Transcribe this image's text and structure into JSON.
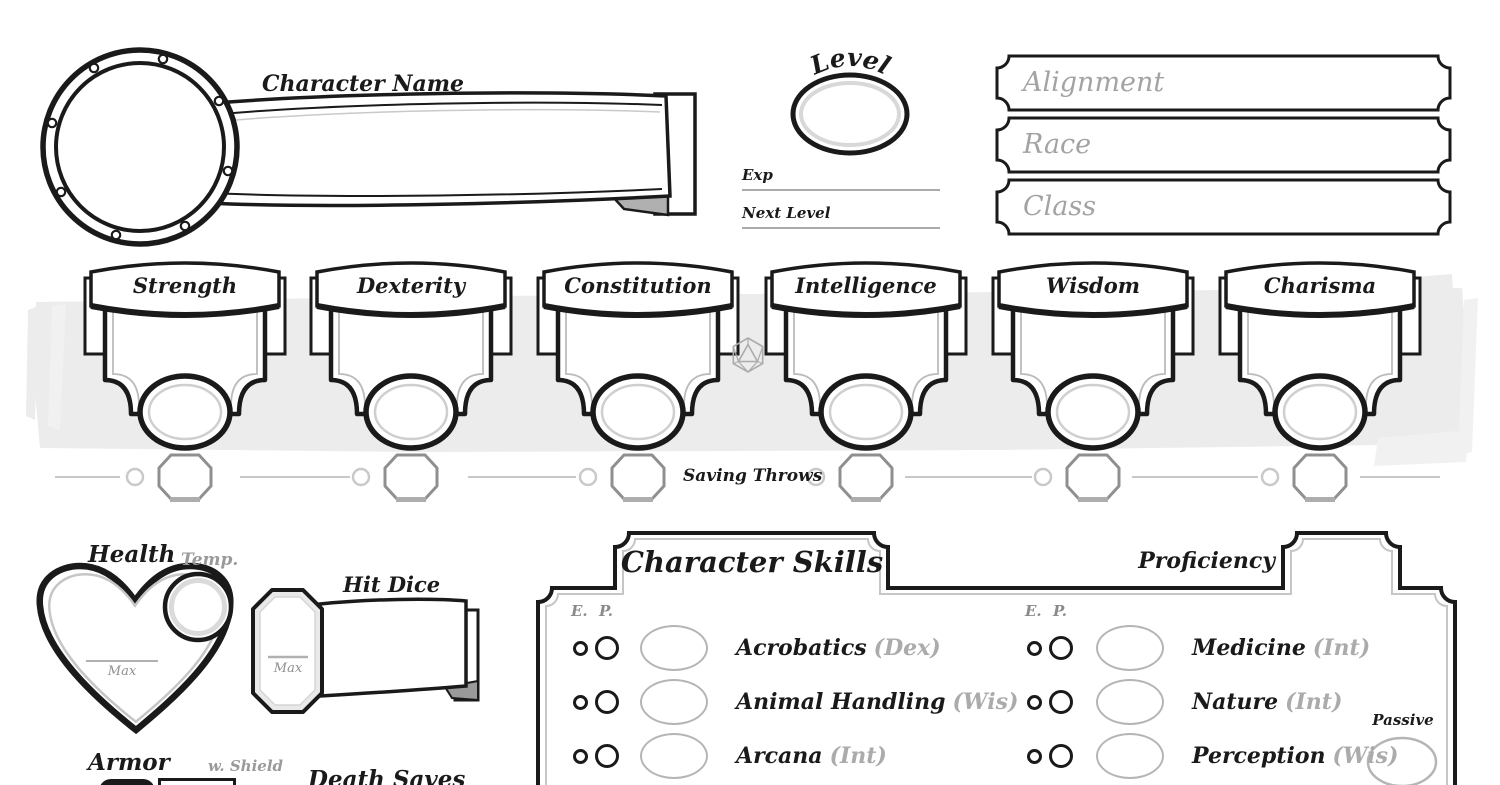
{
  "colors": {
    "ink": "#1a1a1a",
    "muted_text": "#9e9e9e",
    "band_gray": "#ececec",
    "field_oval_gray": "#b5b5b5",
    "slot_gray": "#8f8f8f"
  },
  "header": {
    "character_name_label": "Character Name",
    "level_label": "Level",
    "exp_label": "Exp",
    "next_level_label": "Next Level",
    "alignment_placeholder": "Alignment",
    "race_placeholder": "Race",
    "class_placeholder": "Class"
  },
  "abilities": {
    "saving_throws_label": "Saving Throws",
    "items": [
      {
        "label": "Strength"
      },
      {
        "label": "Dexterity"
      },
      {
        "label": "Constitution"
      },
      {
        "label": "Intelligence"
      },
      {
        "label": "Wisdom"
      },
      {
        "label": "Charisma"
      }
    ]
  },
  "vitals": {
    "health_label": "Health",
    "temp_label": "Temp.",
    "health_max_label": "Max",
    "hit_dice_label": "Hit Dice",
    "hit_dice_max_label": "Max",
    "armor_label": "Armor",
    "with_shield_label": "w. Shield",
    "death_saves_label": "Death Saves"
  },
  "skills": {
    "title": "Character Skills",
    "proficiency_label": "Proficiency",
    "expertise_header": "E.",
    "proficiency_header": "P.",
    "passive_label": "Passive",
    "left": [
      {
        "name": "Acrobatics",
        "ability": "(Dex)"
      },
      {
        "name": "Animal Handling",
        "ability": "(Wis)"
      },
      {
        "name": "Arcana",
        "ability": "(Int)"
      }
    ],
    "right": [
      {
        "name": "Medicine",
        "ability": "(Int)"
      },
      {
        "name": "Nature",
        "ability": "(Int)"
      },
      {
        "name": "Perception",
        "ability": "(Wis)"
      }
    ]
  }
}
